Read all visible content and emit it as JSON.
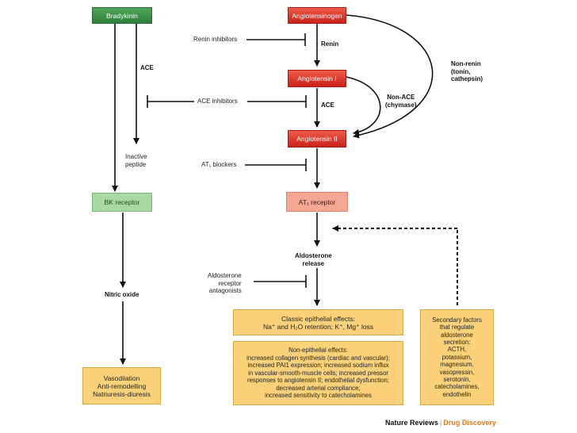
{
  "nodes": {
    "bradykinin": "Bradykinin",
    "angiotensinogen": "Angiotensinogen",
    "angiotensin1": "Angiotensin I",
    "angiotensin2": "Angiotensin II",
    "bk_receptor": "BK receptor",
    "at1_receptor": "AT₁ receptor"
  },
  "labels": {
    "renin_inhibitors": "Renin inhibitors",
    "renin": "Renin",
    "ace_left": "ACE",
    "ace_inhibitors": "ACE inhibitors",
    "ace_center": "ACE",
    "non_renin": "Non-renin\n(tonin,\ncathepsin)",
    "non_ace": "Non-ACE\n(chymase)",
    "inactive_peptide": "Inactive\npeptide",
    "at1_blockers": "AT₁ blockers",
    "aldosterone_release": "Aldosterone\nrelease",
    "aldosterone_antagonists": "Aldosterone\nreceptor\nantagonists",
    "nitric_oxide": "Nitric oxide"
  },
  "effects": {
    "vasodilation": "Vasodilation\nAnti-remodelling\nNatriuresis-diuresis",
    "classic": "Classic epithelial effects:\nNa⁺ and H₂O retention; K⁺, Mg⁺ loss",
    "non_epithelial": "Non-epithelial effects:\nincreased collagen synthesis (cardiac and vascular);\nincreased PAI1 expression; increased sodium influx\nin vascular-smooth-muscle cells; increased pressor\nresponses to angiotensin II; endothelial dysfunction;\ndecreased arterial compliance;\nincreased sensitivity to catecholamines",
    "secondary": "Secondary factors\nthat regulate\naldosterone\nsecretion:\nACTH,\npotassium,\nmagnesium,\nvasopressin,\nserotonin,\ncatecholamines,\nendothelin"
  },
  "footer": {
    "publisher": "Nature Reviews",
    "separator": "|",
    "journal": "Drug Discovery"
  },
  "colors": {
    "green": "#2f7f3c",
    "light_green": "#a9d9a2",
    "red": "#c9221a",
    "salmon": "#f6a794",
    "yellow": "#fbd27a",
    "brand_orange": "#e07a1b"
  }
}
